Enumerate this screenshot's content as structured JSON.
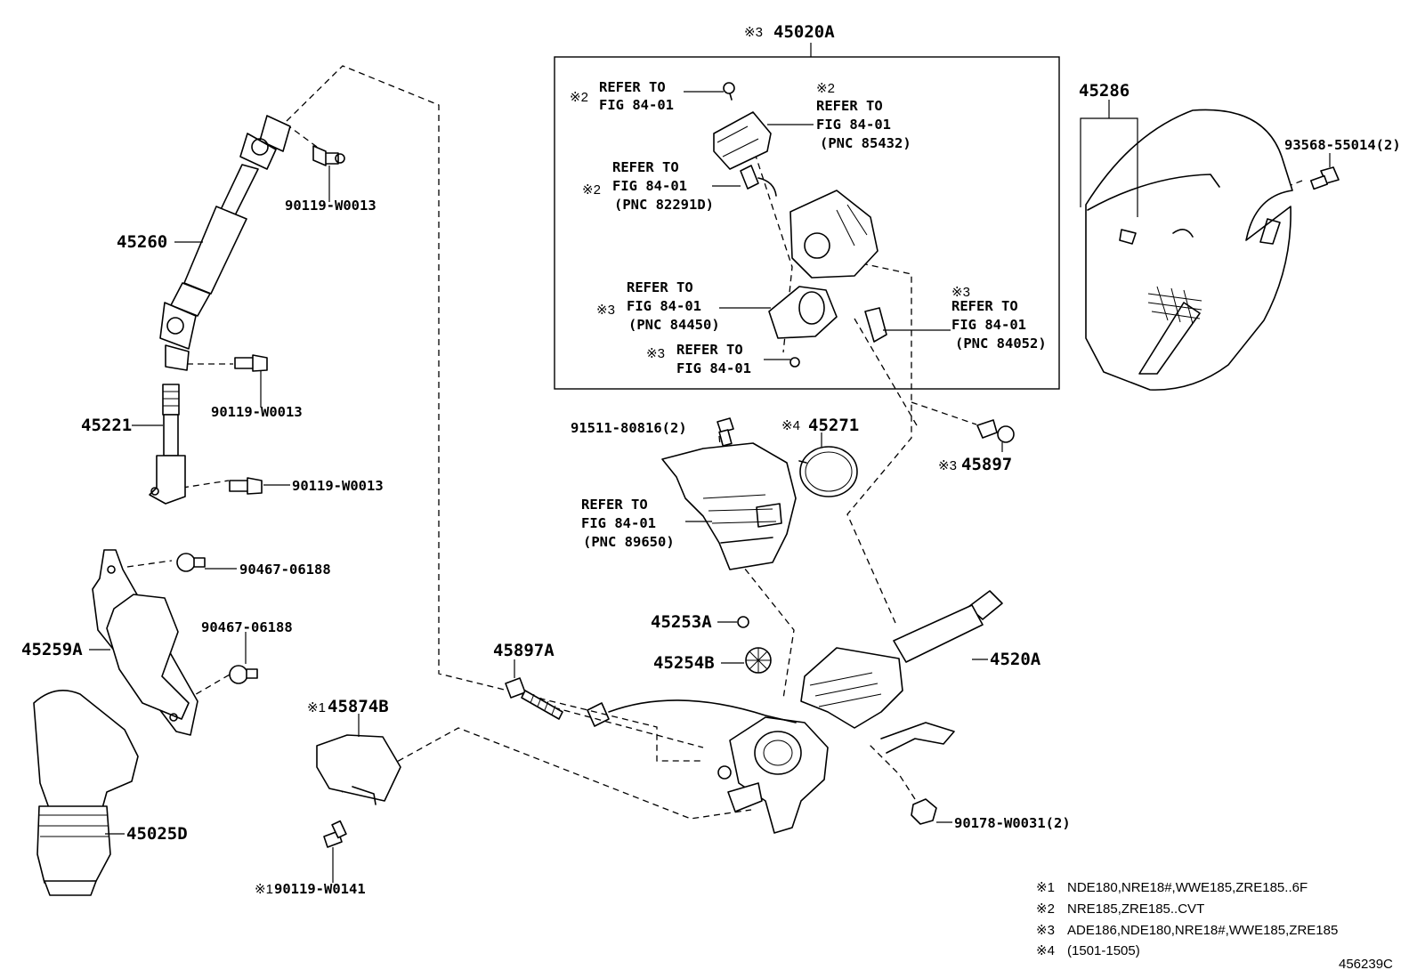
{
  "figure_id": "456239C",
  "group_label": {
    "mark": "※3",
    "part": "45020A"
  },
  "callouts": {
    "p45260": "45260",
    "p45221": "45221",
    "p45259a": "45259A",
    "p45025d": "45025D",
    "p90119_a": "90119-W0013",
    "p90119_b": "90119-W0013",
    "p90119_c": "90119-W0013",
    "p90467_a": "90467-06188",
    "p90467_b": "90467-06188",
    "p45874b_mark": "※1",
    "p45874b": "45874B",
    "p90119_w0141_mark": "※1",
    "p90119_w0141": "90119-W0141",
    "p45897a": "45897A",
    "p45253a": "45253A",
    "p45254b": "45254B",
    "p4520a": "4520A",
    "p90178": "90178-W0031(2)",
    "p91511": "91511-80816(2)",
    "p45271_mark": "※4",
    "p45271": "45271",
    "p45897_mark": "※3",
    "p45897": "45897",
    "p45286": "45286",
    "p93568": "93568-55014(2)"
  },
  "refs": {
    "r1": {
      "mark": "※2",
      "line1": "REFER TO",
      "line2": "FIG 84-01"
    },
    "r2": {
      "mark": "※2",
      "line1": "REFER TO",
      "line2": "FIG 84-01",
      "pnc": "(PNC 85432)"
    },
    "r3": {
      "mark": "※2",
      "line1": "REFER TO",
      "line2": "FIG 84-01",
      "pnc": "(PNC 82291D)"
    },
    "r4": {
      "mark": "※3",
      "line1": "REFER TO",
      "line2": "FIG 84-01",
      "pnc": "(PNC 84450)"
    },
    "r5": {
      "mark": "※3",
      "line1": "REFER TO",
      "line2": "FIG 84-01"
    },
    "r6": {
      "mark": "※3",
      "line1": "REFER TO",
      "line2": "FIG 84-01",
      "pnc": "(PNC 84052)"
    },
    "r7": {
      "line1": "REFER TO",
      "line2": "FIG 84-01",
      "pnc": "(PNC 89650)"
    }
  },
  "footnotes": [
    {
      "mark": "※1",
      "text": "NDE180,NRE18#,WWE185,ZRE185..6F"
    },
    {
      "mark": "※2",
      "text": "NRE185,ZRE185..CVT"
    },
    {
      "mark": "※3",
      "text": "ADE186,NDE180,NRE18#,WWE185,ZRE185"
    },
    {
      "mark": "※4",
      "text": "(1501-1505)"
    }
  ]
}
